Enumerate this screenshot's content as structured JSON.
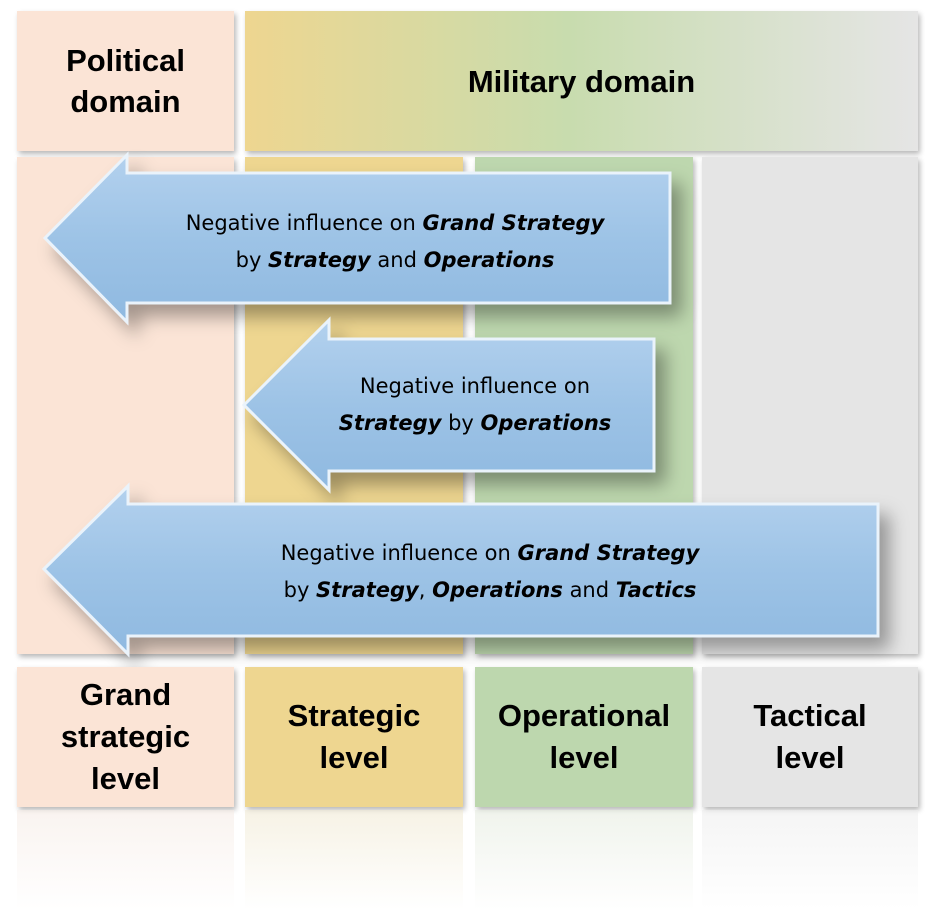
{
  "header": {
    "political_line1": "Political",
    "political_line2": "domain",
    "military": "Military domain"
  },
  "levels": {
    "grand": [
      "Grand",
      "strategic",
      "level"
    ],
    "strategic": [
      "Strategic",
      "level"
    ],
    "operational": [
      "Operational",
      "level"
    ],
    "tactical": [
      "Tactical",
      "level"
    ]
  },
  "arrows": [
    {
      "line1": [
        "Negative influence on ",
        "Grand Strategy"
      ],
      "line2": [
        "by ",
        "Strategy",
        " and ",
        "Operations"
      ]
    },
    {
      "line1": [
        "Negative influence on"
      ],
      "line2": [
        "Strategy",
        " by ",
        "Operations"
      ]
    },
    {
      "line1": [
        "Negative influence on ",
        "Grand Strategy"
      ],
      "line2": [
        "by ",
        "Strategy",
        ", ",
        "Operations",
        " and ",
        "Tactics"
      ]
    }
  ],
  "colors": {
    "political": "#fbe4d6",
    "strategic": "#eed690",
    "operational": "#bdd7ae",
    "tactical": "#e5e5e5",
    "arrow_fill": "#9dc3e6"
  }
}
